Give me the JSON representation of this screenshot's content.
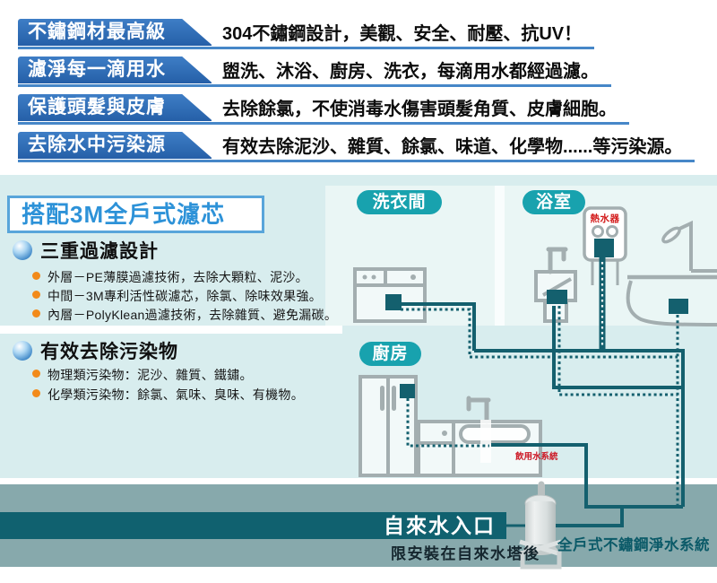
{
  "top_features": [
    {
      "badge": "不鏽鋼材最高級",
      "desc": "304不鏽鋼設計，美觀、安全、耐壓、抗UV！"
    },
    {
      "badge": "濾淨每一滴用水",
      "desc": "盥洗、沐浴、廚房、洗衣，每滴用水都經過濾。"
    },
    {
      "badge": "保護頭髮與皮膚",
      "desc": "去除餘氯，不使消毒水傷害頭髮角質、皮膚細胞。"
    },
    {
      "badge": "去除水中污染源",
      "desc": "有效去除泥沙、雜質、餘氯、味道、化學物......等污染源。"
    }
  ],
  "filter_info": {
    "title": "搭配3M全戶式濾芯",
    "sections": [
      {
        "heading": "三重過濾設計",
        "bullets": [
          "外層－PE薄膜過濾技術，去除大顆粒、泥沙。",
          "中間－3M專利活性碳濾芯，除氯、除味效果強。",
          "內層－PolyKlean過濾技術，去除雜質、避免漏碳。"
        ]
      },
      {
        "heading": "有效去除污染物",
        "bullets": [
          "物理類污染物：泥沙、雜質、鐵鏽。",
          "化學類污染物：餘氯、氣味、臭味、有機物。"
        ]
      }
    ]
  },
  "diagram": {
    "rooms": {
      "laundry": "洗衣間",
      "bathroom": "浴室",
      "kitchen": "廚房"
    },
    "water_heater_label": "熱水器",
    "drinking_water_label": "飲用水系統",
    "inlet_label": "自來水入口",
    "system_label": "全戶式不鏽鋼淨水系統",
    "install_note": "限安裝在自來水塔後"
  },
  "colors": {
    "badge_blue": "#2b6cb8",
    "underline_blue": "#4687c8",
    "title_blue": "#2d92d8",
    "room_teal": "#18a2ae",
    "pipe_teal": "#14606e",
    "inlet_bar_teal": "#10616f",
    "ground_gray": "#87a9ac",
    "accent_red": "#cf1a1f",
    "bullet_orange": "#f28a1a"
  }
}
